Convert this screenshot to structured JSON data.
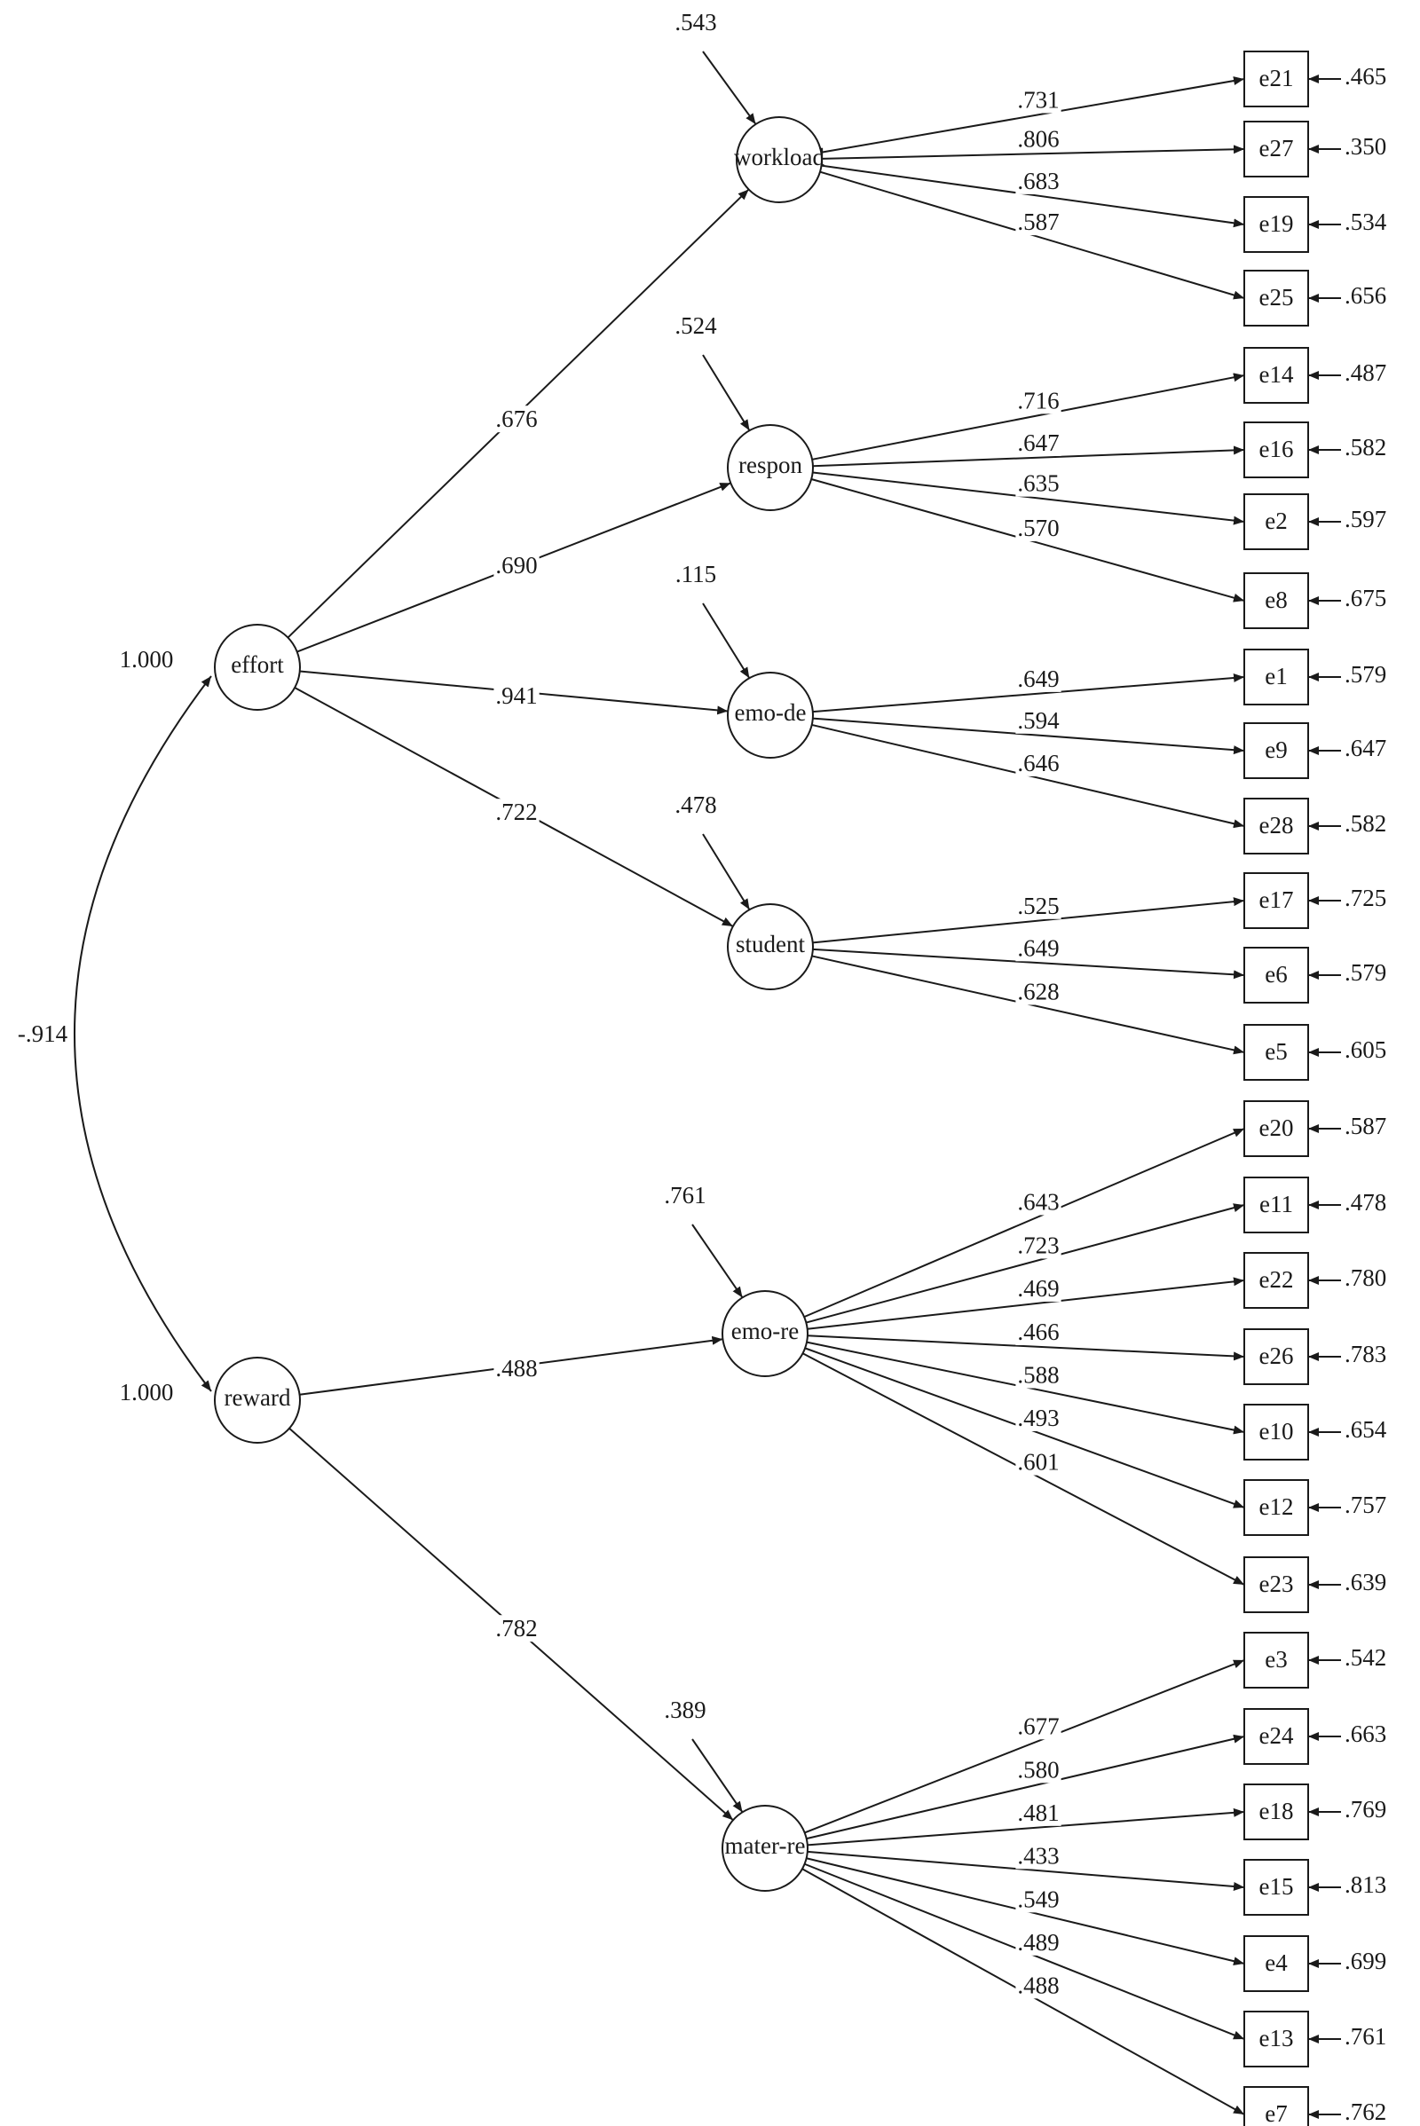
{
  "correlation": {
    "value": "-.914",
    "from": "effort",
    "to": "reward"
  },
  "first_order_factors": [
    {
      "id": "effort",
      "label": "effort",
      "variance": "1.000"
    },
    {
      "id": "reward",
      "label": "reward",
      "variance": "1.000"
    }
  ],
  "second_order_factors": [
    {
      "id": "workload",
      "label": "workload",
      "parent": "effort",
      "path_coef": ".676",
      "residual": ".543",
      "indicators": [
        {
          "label": "e21",
          "loading": ".731",
          "error": ".465"
        },
        {
          "label": "e27",
          "loading": ".806",
          "error": ".350"
        },
        {
          "label": "e19",
          "loading": ".683",
          "error": ".534"
        },
        {
          "label": "e25",
          "loading": ".587",
          "error": ".656"
        }
      ]
    },
    {
      "id": "respon",
      "label": "respon",
      "parent": "effort",
      "path_coef": ".690",
      "residual": ".524",
      "indicators": [
        {
          "label": "e14",
          "loading": ".716",
          "error": ".487"
        },
        {
          "label": "e16",
          "loading": ".647",
          "error": ".582"
        },
        {
          "label": "e2",
          "loading": ".635",
          "error": ".597"
        },
        {
          "label": "e8",
          "loading": ".570",
          "error": ".675"
        }
      ]
    },
    {
      "id": "emo-de",
      "label": "emo-de",
      "parent": "effort",
      "path_coef": ".941",
      "residual": ".115",
      "indicators": [
        {
          "label": "e1",
          "loading": ".649",
          "error": ".579"
        },
        {
          "label": "e9",
          "loading": ".594",
          "error": ".647"
        },
        {
          "label": "e28",
          "loading": ".646",
          "error": ".582"
        }
      ]
    },
    {
      "id": "student",
      "label": "student",
      "parent": "effort",
      "path_coef": ".722",
      "residual": ".478",
      "indicators": [
        {
          "label": "e17",
          "loading": ".525",
          "error": ".725"
        },
        {
          "label": "e6",
          "loading": ".649",
          "error": ".579"
        },
        {
          "label": "e5",
          "loading": ".628",
          "error": ".605"
        }
      ]
    },
    {
      "id": "emo-re",
      "label": "emo-re",
      "parent": "reward",
      "path_coef": ".488",
      "residual": ".761",
      "indicators": [
        {
          "label": "e20",
          "loading": ".643",
          "error": ".587"
        },
        {
          "label": "e11",
          "loading": ".723",
          "error": ".478"
        },
        {
          "label": "e22",
          "loading": ".469",
          "error": ".780"
        },
        {
          "label": "e26",
          "loading": ".466",
          "error": ".783"
        },
        {
          "label": "e10",
          "loading": ".588",
          "error": ".654"
        },
        {
          "label": "e12",
          "loading": ".493",
          "error": ".757"
        },
        {
          "label": "e23",
          "loading": ".601",
          "error": ".639"
        }
      ]
    },
    {
      "id": "mater-re",
      "label": "mater-re",
      "parent": "reward",
      "path_coef": ".782",
      "residual": ".389",
      "indicators": [
        {
          "label": "e3",
          "loading": ".677",
          "error": ".542"
        },
        {
          "label": "e24",
          "loading": ".580",
          "error": ".663"
        },
        {
          "label": "e18",
          "loading": ".481",
          "error": ".769"
        },
        {
          "label": "e15",
          "loading": ".433",
          "error": ".813"
        },
        {
          "label": "e4",
          "loading": ".549",
          "error": ".699"
        },
        {
          "label": "e13",
          "loading": ".489",
          "error": ".761"
        },
        {
          "label": "e7",
          "loading": ".488",
          "error": ".762"
        }
      ]
    }
  ]
}
